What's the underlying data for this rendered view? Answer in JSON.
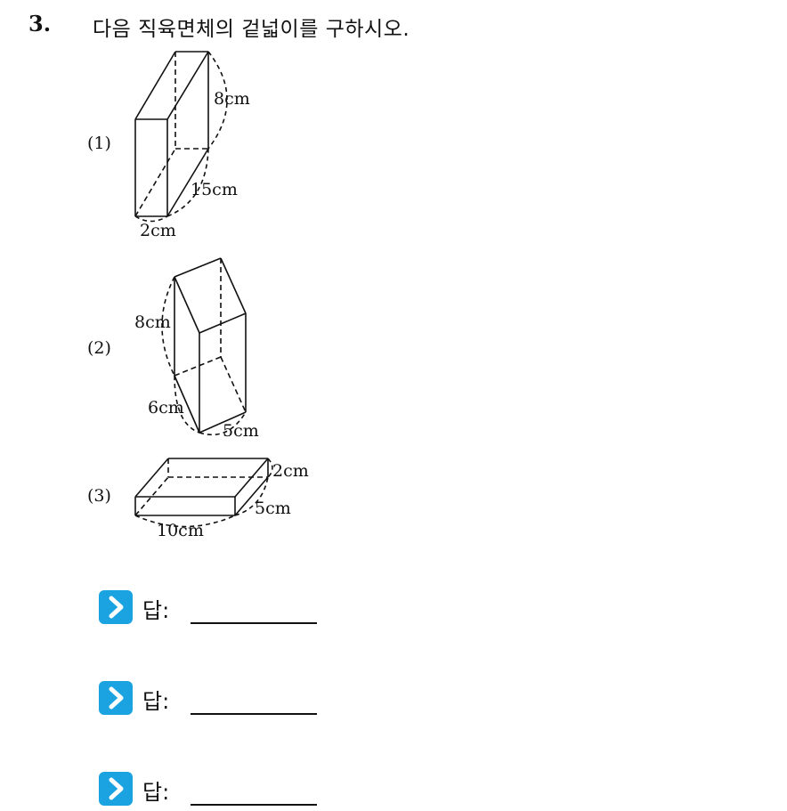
{
  "question": {
    "number": "3.",
    "text": "다음 직육면체의 겉넓이를 구하시오."
  },
  "problems": [
    {
      "label": "(1)",
      "dims": [
        "8cm",
        "15cm",
        "2cm"
      ]
    },
    {
      "label": "(2)",
      "dims": [
        "8cm",
        "6cm",
        "5cm"
      ]
    },
    {
      "label": "(3)",
      "dims": [
        "2cm",
        "5cm",
        "10cm"
      ]
    }
  ],
  "answers": [
    {
      "label": "답:"
    },
    {
      "label": "답:"
    },
    {
      "label": "답:"
    }
  ],
  "colors": {
    "arrow_bg": "#1aa3e0",
    "arrow_fg": "#ffffff",
    "ink": "#111111"
  },
  "icons": {
    "answer": "chevron-right-icon"
  }
}
